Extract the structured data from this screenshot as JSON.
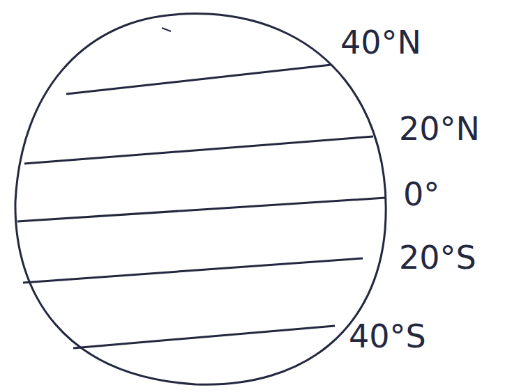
{
  "diagram": {
    "labels": [
      "40°N",
      "20°N",
      "0°",
      "20°S",
      "40°S"
    ]
  }
}
